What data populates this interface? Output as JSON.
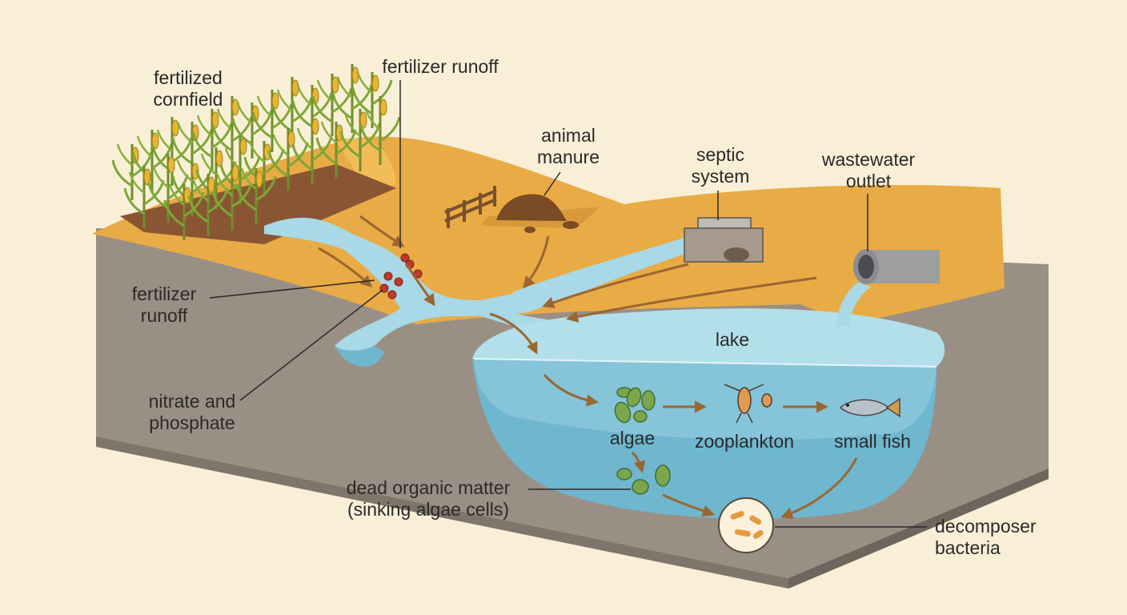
{
  "labels": {
    "fertilized_cornfield": "fertilized\ncornfield",
    "fertilizer_runoff_top": "fertilizer runoff",
    "fertilizer_runoff_left": "fertilizer\nrunoff",
    "nitrate_phosphate": "nitrate and\nphosphate",
    "animal_manure": "animal\nmanure",
    "septic_system": "septic\nsystem",
    "wastewater_outlet": "wastewater\noutlet",
    "lake": "lake",
    "algae": "algae",
    "zooplankton": "zooplankton",
    "small_fish": "small fish",
    "dead_organic_matter": "dead organic matter\n(sinking algae cells)",
    "decomposer_bacteria": "decomposer\nbacteria"
  },
  "colors": {
    "background": "#f8efd6",
    "land": "#e9ab45",
    "soil": "#9a8f84",
    "water": "#9fd0df",
    "deep_water": "#6fb6cf",
    "arrow": "#9a6730",
    "field": "#8a5533"
  },
  "icons": [
    "corn-plant-icon",
    "manure-pile-icon",
    "fence-icon",
    "septic-tank-icon",
    "pipe-icon",
    "algae-icon",
    "zooplankton-icon",
    "fish-icon",
    "bacteria-icon",
    "nutrient-dot-icon"
  ]
}
